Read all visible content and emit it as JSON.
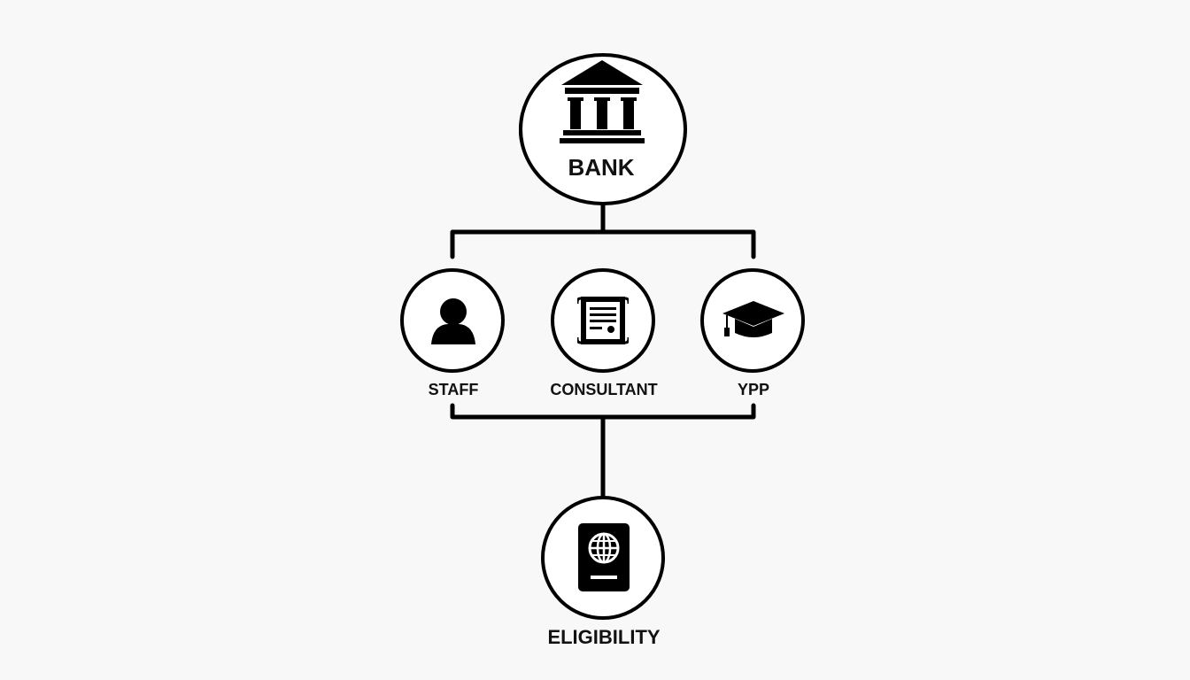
{
  "diagram": {
    "type": "hierarchy",
    "root": {
      "label": "BANK",
      "icon": "bank-building-icon"
    },
    "branches": [
      {
        "label": "STAFF",
        "icon": "person-icon"
      },
      {
        "label": "CONSULTANT",
        "icon": "contract-scroll-icon"
      },
      {
        "label": "YPP",
        "icon": "graduation-cap-icon"
      }
    ],
    "result": {
      "label": "ELIGIBILITY",
      "icon": "passport-icon"
    },
    "colors": {
      "line": "#000000",
      "background": "#f8f8f8",
      "node_fill": "#ffffff"
    }
  }
}
